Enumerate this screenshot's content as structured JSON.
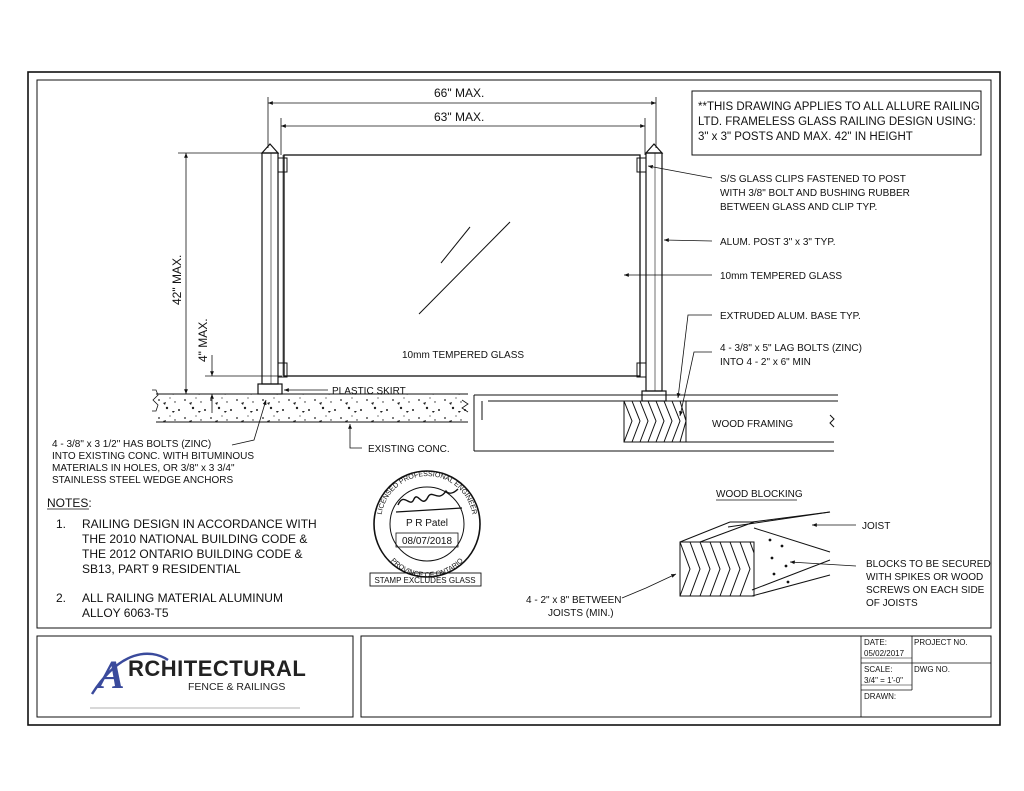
{
  "header_note": {
    "line1": "**THIS DRAWING APPLIES TO ALL ALLURE RAILING",
    "line2": "LTD. FRAMELESS GLASS RAILING DESIGN USING:",
    "line3": "3\" x 3\" POSTS AND MAX. 42\" IN HEIGHT"
  },
  "dimensions": {
    "overall": "66\" MAX.",
    "glass": "63\" MAX.",
    "height": "42\" MAX.",
    "gap": "4\" MAX."
  },
  "labels": {
    "glass_center": "10mm TEMPERED GLASS",
    "clips_1": "S/S GLASS CLIPS FASTENED TO POST",
    "clips_2": "WITH 3/8\" BOLT AND BUSHING RUBBER",
    "clips_3": "BETWEEN GLASS AND CLIP TYP.",
    "post": "ALUM. POST 3\" x 3\" TYP.",
    "glass_right": "10mm TEMPERED GLASS",
    "base": "EXTRUDED ALUM. BASE TYP.",
    "lag_1": "4 - 3/8\" x 5\" LAG BOLTS (ZINC)",
    "lag_2": "INTO 4 - 2\" x 6\" MIN",
    "skirt": "PLASTIC SKIRT",
    "wood_framing": "WOOD FRAMING",
    "conc": "EXISTING CONC.",
    "has_1": "4 - 3/8\" x 3 1/2\" HAS BOLTS (ZINC)",
    "has_2": "INTO EXISTING CONC. WITH BITUMINOUS",
    "has_3": "MATERIALS IN HOLES, OR 3/8\" x 3 3/4\"",
    "has_4": "STAINLESS STEEL WEDGE ANCHORS",
    "wood_blocking": "WOOD BLOCKING",
    "joist": "JOIST",
    "blocks_1": "BLOCKS TO BE SECURED",
    "blocks_2": "WITH SPIKES OR WOOD",
    "blocks_3": "SCREWS ON EACH SIDE",
    "blocks_4": "OF JOISTS",
    "between_1": "4 - 2\" x 8\" BETWEEN",
    "between_2": "JOISTS (MIN.)"
  },
  "notes": {
    "heading": "NOTES:",
    "n1_num": "1.",
    "n1_l1": "RAILING DESIGN IN ACCORDANCE WITH",
    "n1_l2": "THE 2010 NATIONAL BUILDING CODE &",
    "n1_l3": "THE 2012 ONTARIO BUILDING CODE &",
    "n1_l4": "SB13, PART 9 RESIDENTIAL",
    "n2_num": "2.",
    "n2_l1": "ALL RAILING MATERIAL ALUMINUM",
    "n2_l2": "ALLOY 6063-T5"
  },
  "stamp": {
    "top_arc": "LICENSED PROFESSIONAL ENGINEER",
    "bottom_arc": "PROVINCE OF ONTARIO",
    "name": "P R Patel",
    "date": "08/07/2018",
    "caption": "STAMP EXCLUDES GLASS"
  },
  "logo": {
    "letter": "A",
    "word": "RCHITECTURAL",
    "sub": "FENCE & RAILINGS"
  },
  "title_block": {
    "date_label": "DATE:",
    "date_value": "05/02/2017",
    "project_label": "PROJECT NO.",
    "scale_label": "SCALE:",
    "scale_value": "3/4\" = 1'-0\"",
    "dwg_label": "DWG NO.",
    "drawn_label": "DRAWN:"
  },
  "colors": {
    "logo_blue": "#3a4a9c",
    "ink": "#111111"
  }
}
